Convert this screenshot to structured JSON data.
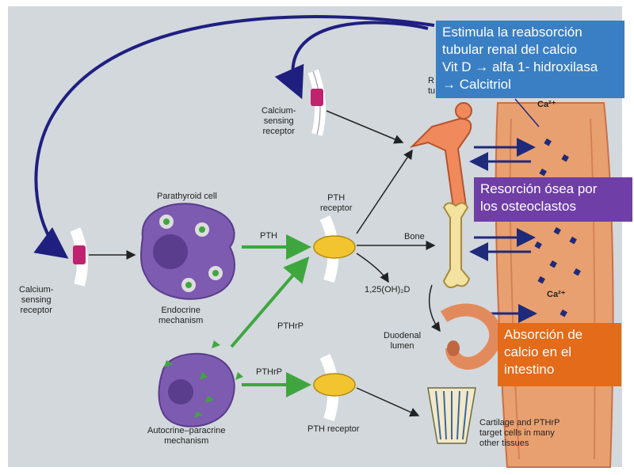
{
  "labels": {
    "calcium_sensing_receptor_top": [
      "Calcium-",
      "sensing",
      "receptor"
    ],
    "calcium_sensing_receptor_left": [
      "Calcium-",
      "sensing",
      "receptor"
    ],
    "parathyroid_cell": "Parathyroid cell",
    "pth": "PTH",
    "pth_receptor_top": [
      "PTH",
      "receptor"
    ],
    "endocrine_mechanism": [
      "Endocrine",
      "mechanism"
    ],
    "pthrp_upper": "PTHrP",
    "pthrp_lower": "PTHrP",
    "autocrine_paracrine": [
      "Autocrine–paracrine",
      "mechanism"
    ],
    "pth_receptor_bottom": "PTH receptor",
    "bone": "Bone",
    "vitamin_d": "1,25(OH)₂D",
    "duodenal_lumen": [
      "Duodenal",
      "lumen"
    ],
    "cartilage": [
      "Cartilage and PTHrP",
      "target cells in many",
      "other tissues"
    ],
    "ca_top": "Ca²⁺",
    "ca_bottom": "Ca²⁺",
    "renal_partial": [
      "R",
      "tu"
    ]
  },
  "overlays": {
    "renal": [
      "Estimula la reabsorción",
      "tubular renal del calcio",
      "Vit D → alfa 1- hidroxilasa",
      "→ Calcitriol"
    ],
    "bone": [
      "Resorción ósea por",
      "los osteoclastos"
    ],
    "intestine": [
      "Absorción de",
      "calcio en el",
      "intestino"
    ]
  },
  "colors": {
    "overlay_blue": "#3a7fc4",
    "overlay_purple": "#6f3ea6",
    "overlay_orange": "#e36b1a",
    "feedback_arrow": "#1f1f80",
    "pth_arrow": "#3fa63f",
    "receptor": "#c0226e",
    "cell": "#7d5bb0",
    "pth_receptor": "#f2c530",
    "bone": "#f3e2a0",
    "kidney": "#f08a5d",
    "blood_vessel": "#e9a070"
  },
  "icons": [
    "parathyroid-cell-icon",
    "autocrine-cell-icon",
    "calcium-receptor-icon",
    "pth-receptor-icon",
    "kidney-tubule-icon",
    "bone-icon",
    "duodenum-icon",
    "cartilage-icon",
    "blood-vessel-icon"
  ]
}
